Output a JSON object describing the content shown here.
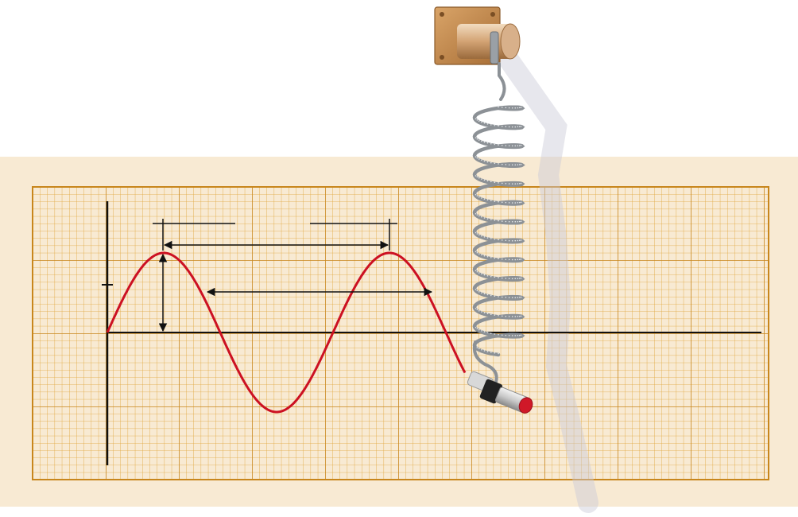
{
  "figure": {
    "kind": "spring-mass pen tracing a sine wave on graph paper",
    "labels": []
  },
  "colors": {
    "background": "#ffffff",
    "paper": "#f8ead3",
    "grid_minor": "#e0a436",
    "grid_major": "#c8861c",
    "wave": "#cc1122",
    "axis": "#111111",
    "spring": "#8c9196",
    "mount": "#c6925a",
    "pen_tip": "#d01828"
  },
  "icons": [
    "spring-icon",
    "wall-mount-icon",
    "pen-icon",
    "double-arrow-icon"
  ],
  "wave": {
    "amplitude_grid_units": 1,
    "wavelength_grid_units": 2.5,
    "cycles_drawn": 1.5
  }
}
